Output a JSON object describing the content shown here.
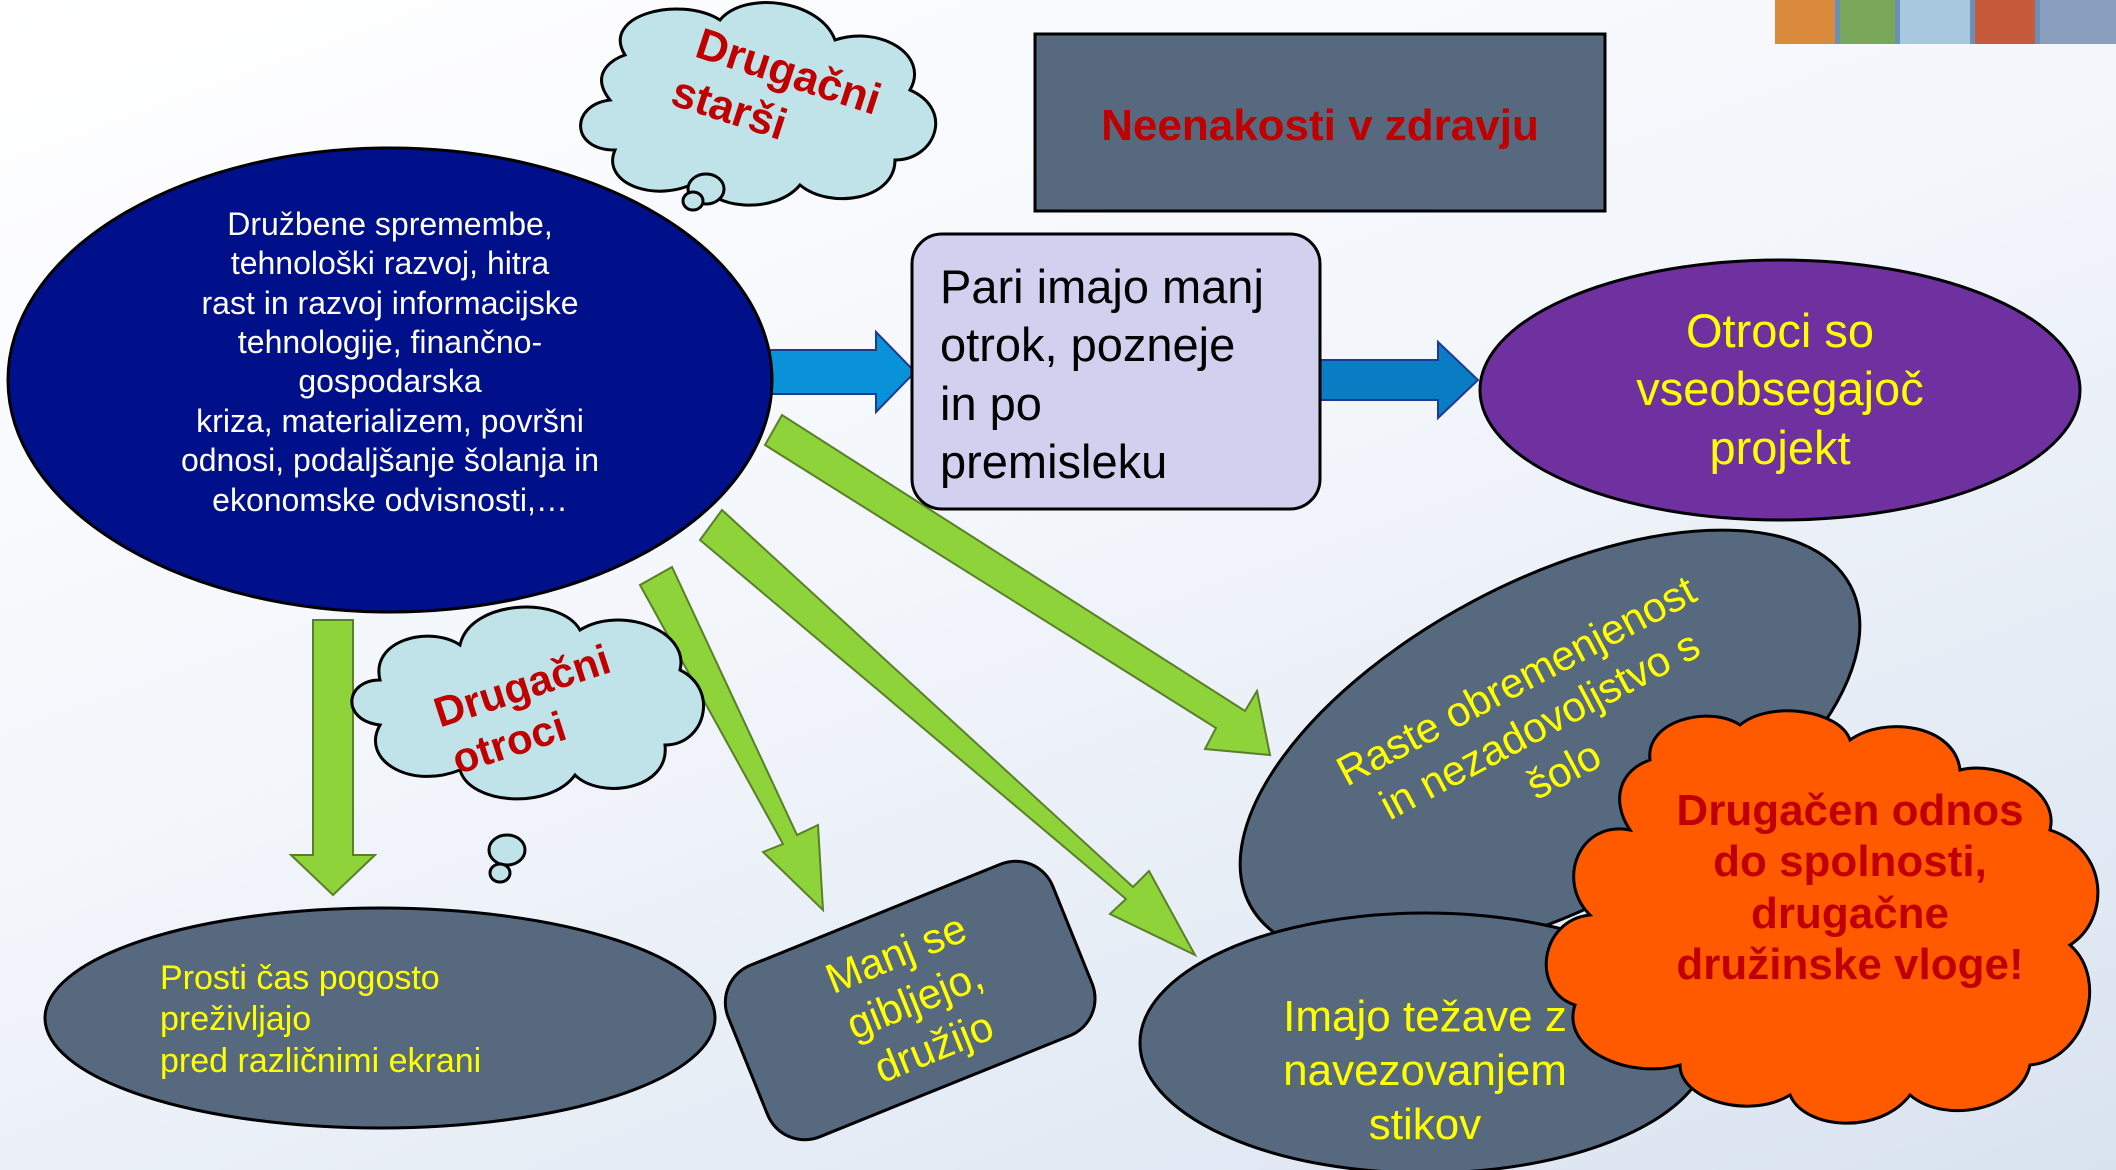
{
  "title": "Neenakosti v zdravju",
  "clouds": {
    "parents": [
      "Drugačni",
      "starši"
    ],
    "children": [
      "Drugačni",
      "otroci"
    ],
    "sexuality": [
      "Drugačen odnos",
      "do spolnosti,",
      "drugačne",
      "družinske vloge!"
    ]
  },
  "nodes": {
    "main": [
      "Družbene spremembe,",
      "tehnološki razvoj, hitra",
      "rast in razvoj informacijske",
      "tehnologije, finančno-",
      "gospodarska",
      "kriza, materializem, površni",
      "odnosi, podaljšanje šolanja in",
      "ekonomske odvisnosti,…"
    ],
    "couples": [
      "Pari imajo manj",
      "otrok, pozneje",
      "in po",
      "premisleku"
    ],
    "project": [
      "Otroci so",
      "vseobsegajoč",
      "projekt"
    ],
    "school": [
      "Raste obremenjenost",
      "in nezadovoljstvo  s",
      "šolo"
    ],
    "screens": [
      "Prosti čas pogosto",
      "preživljajo",
      "pred različnimi ekrani"
    ],
    "move": [
      "Manj se",
      "gibljejo,",
      "družijo"
    ],
    "contacts": [
      "Imajo težave z",
      "navezovanjem",
      "stikov"
    ]
  },
  "colors": {
    "navy": "#000f8a",
    "lavender": "#d2d0ef",
    "purple": "#7031a0",
    "slate": "#56697f",
    "orange": "#ff5a00",
    "cloud": "#bfe3e8",
    "yellow": "#ffff00",
    "red": "#c00000",
    "arrow_blue": "#0a92d8",
    "arrow_green": "#8ed33a"
  }
}
